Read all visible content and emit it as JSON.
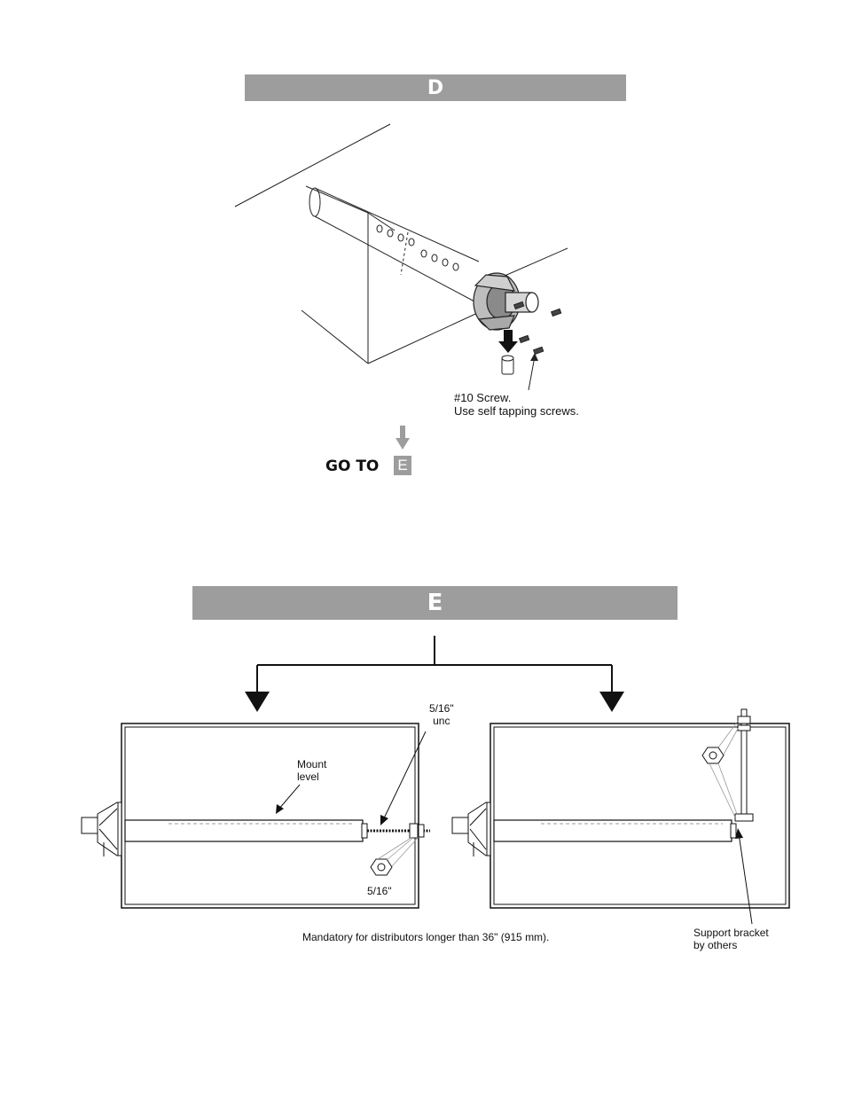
{
  "sections": {
    "d": {
      "title": "D"
    },
    "e": {
      "title": "E"
    }
  },
  "step_d": {
    "screw_label_line1": "#10 Screw.",
    "screw_label_line2": "Use self tapping screws.",
    "goto_text": "GO TO",
    "goto_target": "E"
  },
  "step_e": {
    "left_panel": {
      "mount_label_line1": "Mount",
      "mount_label_line2": "level",
      "rod_label_line1": "5/16\"",
      "rod_label_line2": "unc",
      "nut_label": "5/16\""
    },
    "right_panel": {
      "bracket_label_line1": "Support bracket",
      "bracket_label_line2": "by others"
    },
    "footnote": "Mandatory for distributors longer than 36\" (915 mm)."
  },
  "colors": {
    "banner": "#9d9d9d",
    "line": "#222222"
  }
}
